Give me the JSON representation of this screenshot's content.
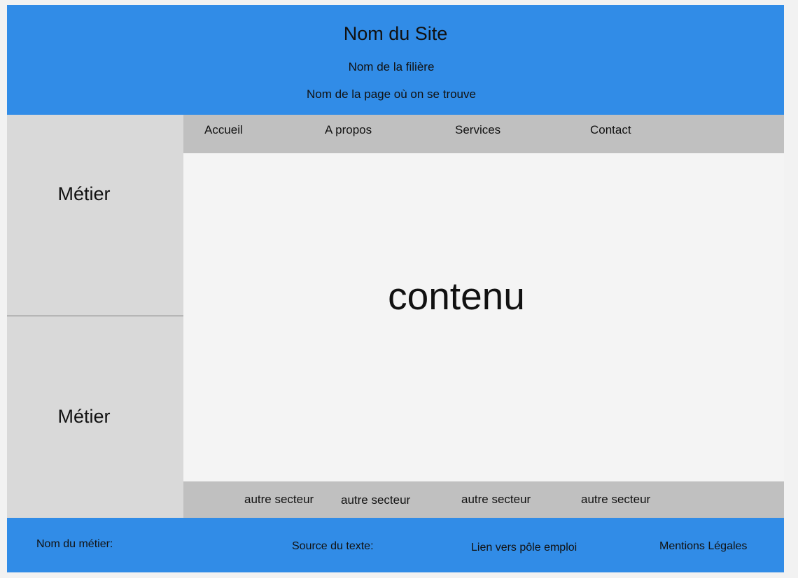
{
  "header": {
    "site_name": "Nom du Site",
    "filiere": "Nom de la filière",
    "page_name": "Nom de la page où on se trouve"
  },
  "sidebar": {
    "items": [
      {
        "label": "Métier"
      },
      {
        "label": "Métier"
      }
    ]
  },
  "nav": {
    "items": [
      {
        "label": "Accueil"
      },
      {
        "label": "A propos"
      },
      {
        "label": "Services"
      },
      {
        "label": "Contact"
      }
    ]
  },
  "main": {
    "content": "contenu"
  },
  "sectors": {
    "items": [
      {
        "label": "autre secteur"
      },
      {
        "label": "autre secteur"
      },
      {
        "label": "autre secteur"
      },
      {
        "label": "autre secteur"
      }
    ]
  },
  "footer": {
    "metier": "Nom du métier:",
    "source": "Source du texte:",
    "pole_emploi": "Lien vers pôle emploi",
    "mentions": "Mentions Légales"
  },
  "colors": {
    "header_footer": "#318ce7",
    "sidebar": "#d9d9d9",
    "nav_bar": "#c0c0c0",
    "content": "#f4f4f4"
  }
}
